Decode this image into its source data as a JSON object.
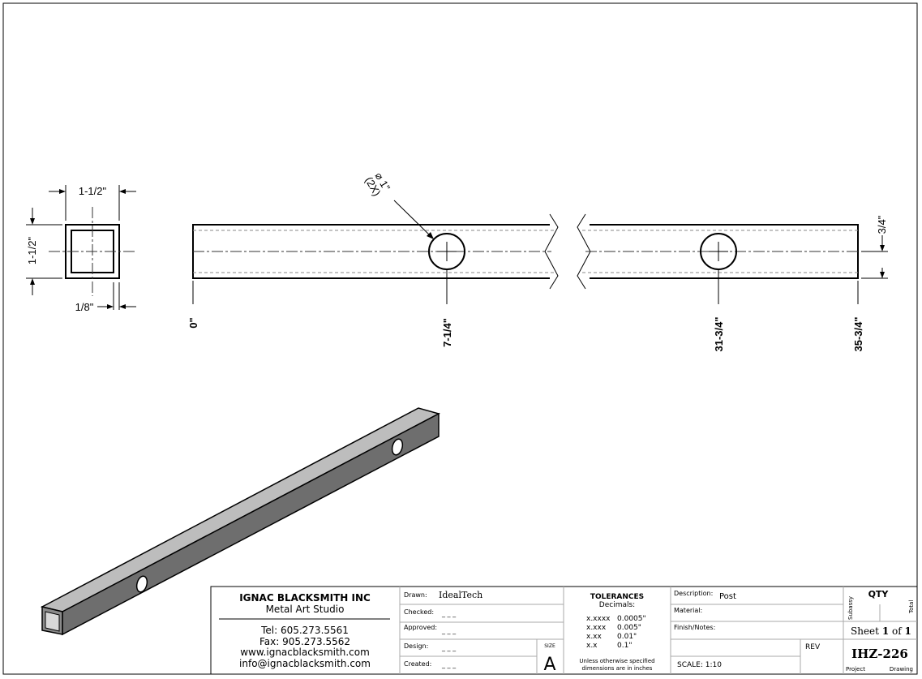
{
  "views": {
    "section": {
      "width_label": "1-1/2\"",
      "height_label": "1-1/2\"",
      "wall_label": "1/8\""
    },
    "main": {
      "hole_callout": "⌀ 1\"",
      "hole_count": "(2X)",
      "height_label": "3/4\"",
      "positions": [
        "0\"",
        "7-1/4\"",
        "31-3/4\"",
        "35-3/4\""
      ]
    }
  },
  "title_block": {
    "company": "IGNAC BLACKSMITH INC",
    "subtitle": "Metal Art Studio",
    "tel": "Tel: 605.273.5561",
    "fax": "Fax: 905.273.5562",
    "web": "www.ignacblacksmith.com",
    "email": "info@ignacblacksmith.com",
    "drawn_label": "Drawn:",
    "drawn_value": "IdealTech",
    "checked_label": "Checked:",
    "checked_value": "_ _ _",
    "approved_label": "Approved:",
    "approved_value": "_ _ _",
    "design_label": "Design:",
    "design_value": "_ _ _",
    "created_label": "Created:",
    "created_value": "_ _ _",
    "size_label": "SIZE",
    "size_value": "A",
    "tolerances_title": "TOLERANCES",
    "decimals_label": "Decimals:",
    "tolerances": [
      {
        "fmt": "x.xxxx",
        "val": "0.0005\""
      },
      {
        "fmt": "x.xxx",
        "val": "0.005\""
      },
      {
        "fmt": "x.xx",
        "val": "0.01\""
      },
      {
        "fmt": "x.x",
        "val": "0.1\""
      }
    ],
    "units_note_1": "Unless otherwise specified",
    "units_note_2": "dimensions are in inches",
    "description_label": "Description:",
    "description_value": "Post",
    "material_label": "Material:",
    "finish_label": "Finish/Notes:",
    "scale": "SCALE: 1:10",
    "rev_label": "REV",
    "qty_label": "QTY",
    "subassy_label": "Subassy",
    "total_label": "Total",
    "sheet_word": "Sheet",
    "sheet_num": "1",
    "of_word": "of",
    "sheet_total": "1",
    "drawing_number": "IHZ-226",
    "project_label": "Project",
    "drawing_label": "Drawing"
  }
}
